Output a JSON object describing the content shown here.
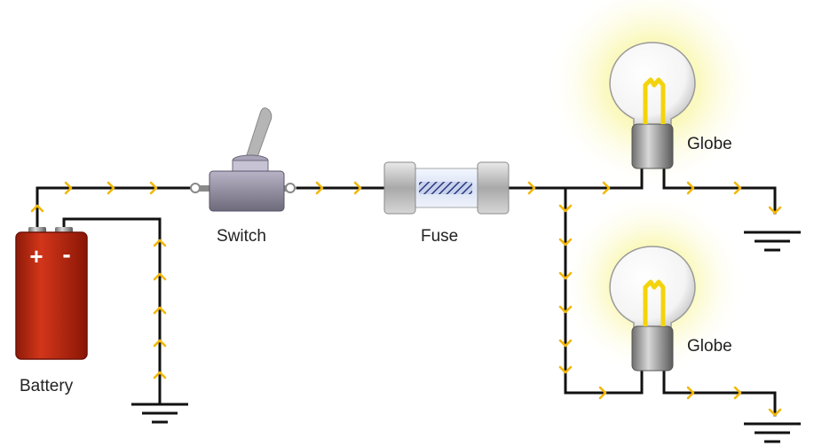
{
  "labels": {
    "battery": "Battery",
    "switch": "Switch",
    "fuse": "Fuse",
    "globe_top": "Globe",
    "globe_bottom": "Globe"
  },
  "battery_terminals": {
    "positive": "+",
    "negative": "-"
  },
  "icons": [
    "battery-icon",
    "toggle-switch-icon",
    "fuse-icon",
    "light-bulb-icon",
    "ground-symbol-icon",
    "current-flow-arrow-icon"
  ],
  "colors": {
    "wire": "#111111",
    "flow_arrow": "#f2b705",
    "battery_body": "#c0260f",
    "globe_glow": "#f6f26a",
    "filament": "#f3d40c"
  }
}
